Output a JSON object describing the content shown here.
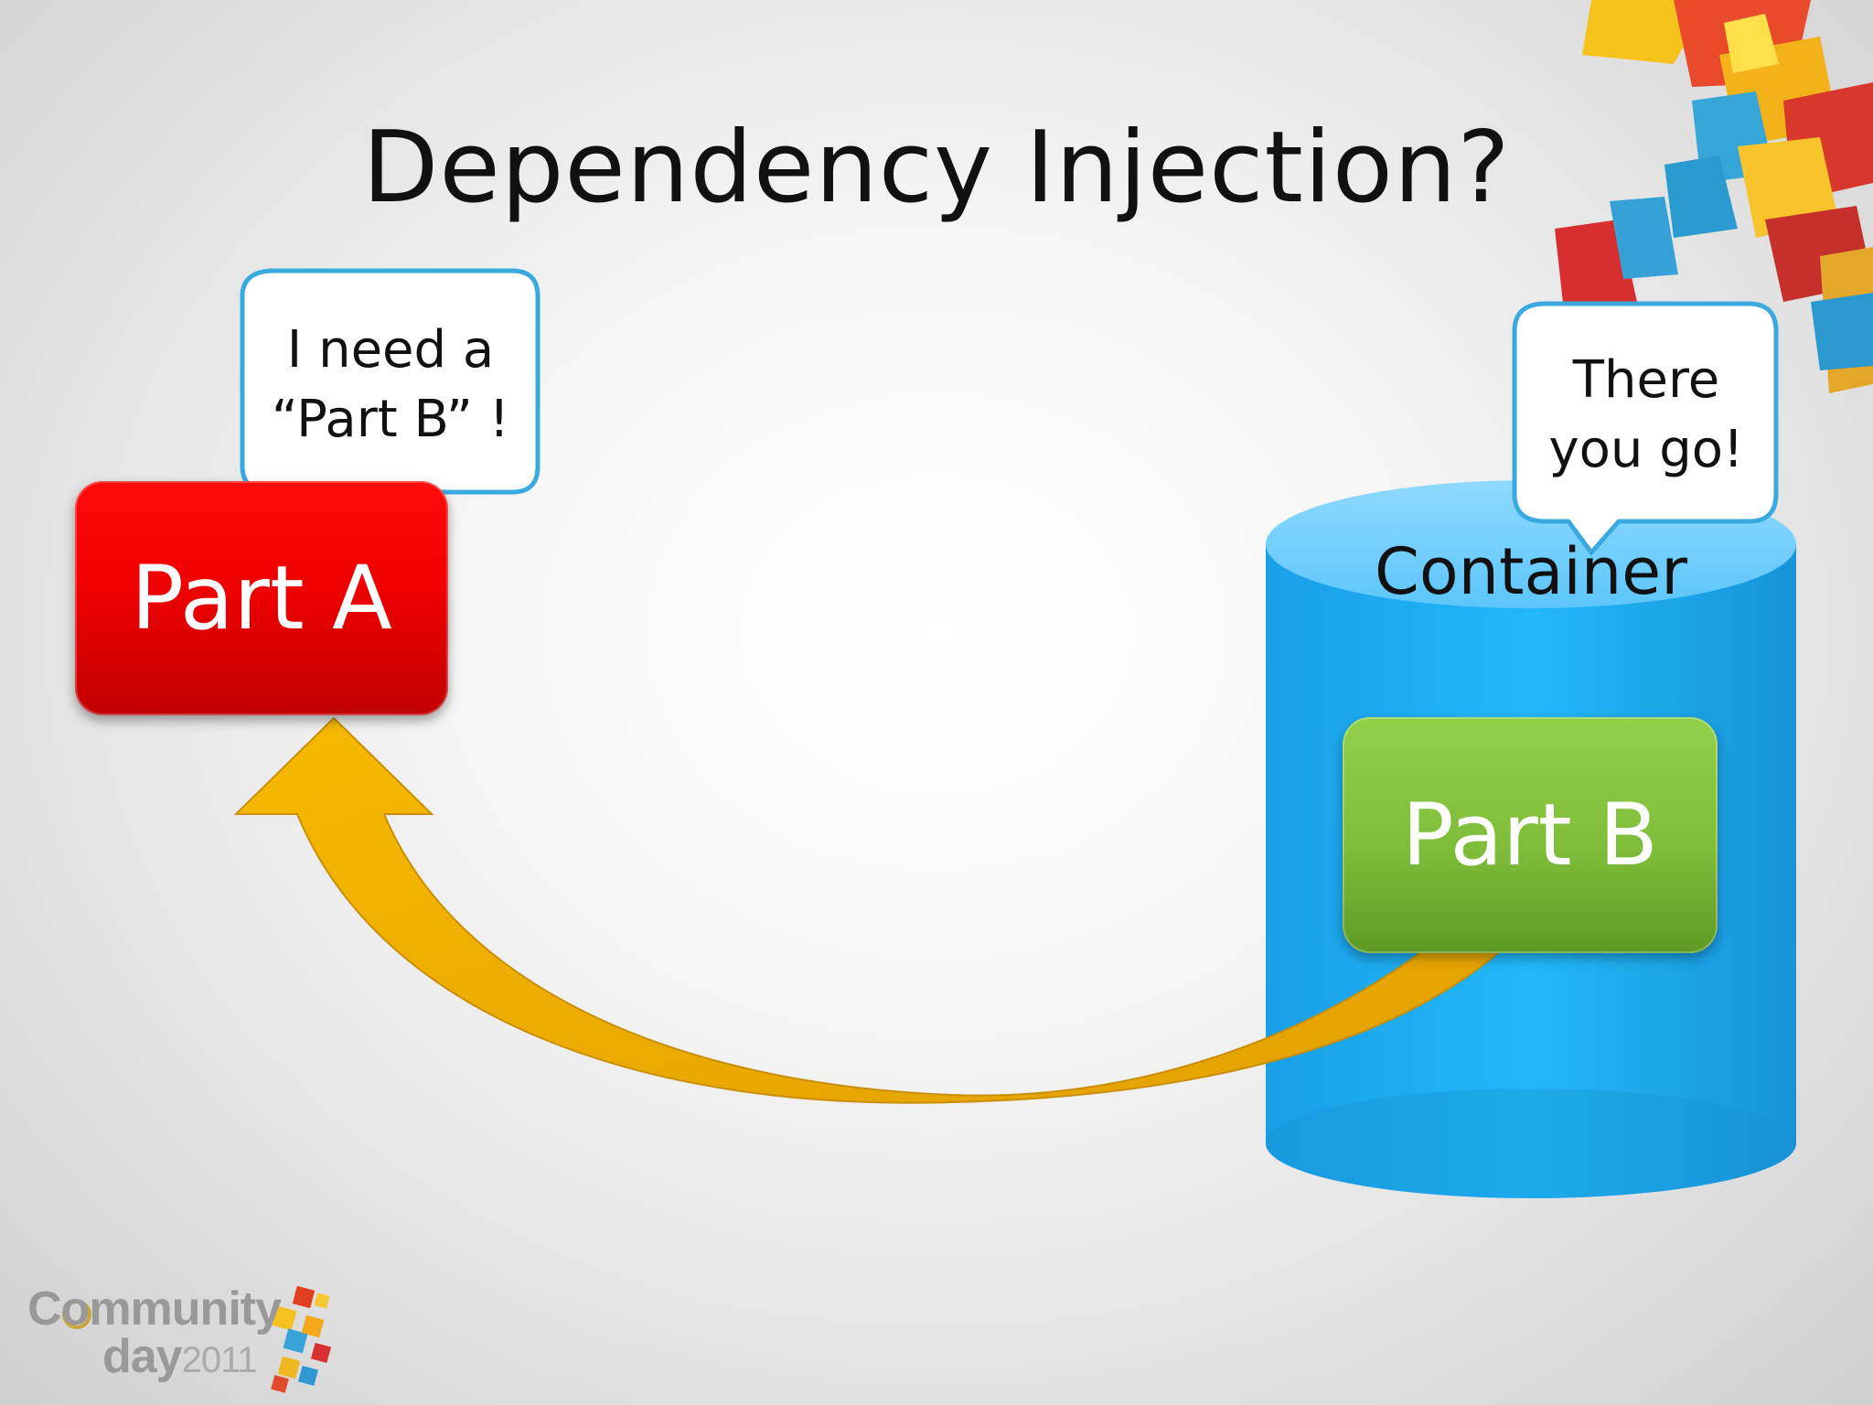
{
  "slide": {
    "title": "Dependency Injection?"
  },
  "diagram": {
    "part_a": {
      "label": "Part A",
      "color": "#f00000"
    },
    "part_b": {
      "label": "Part B",
      "color": "#7fbd3a"
    },
    "container": {
      "label": "Container",
      "color": "#1fb4f5"
    },
    "request_bubble": {
      "line1": "I need a",
      "line2": "“Part B” !"
    },
    "response_bubble": {
      "line1": "There",
      "line2": "you go!"
    },
    "arrow": {
      "color": "#f5b400",
      "direction": "Part B to Part A"
    }
  },
  "logo": {
    "line1": "Community",
    "line2": "day",
    "year": "2011"
  }
}
